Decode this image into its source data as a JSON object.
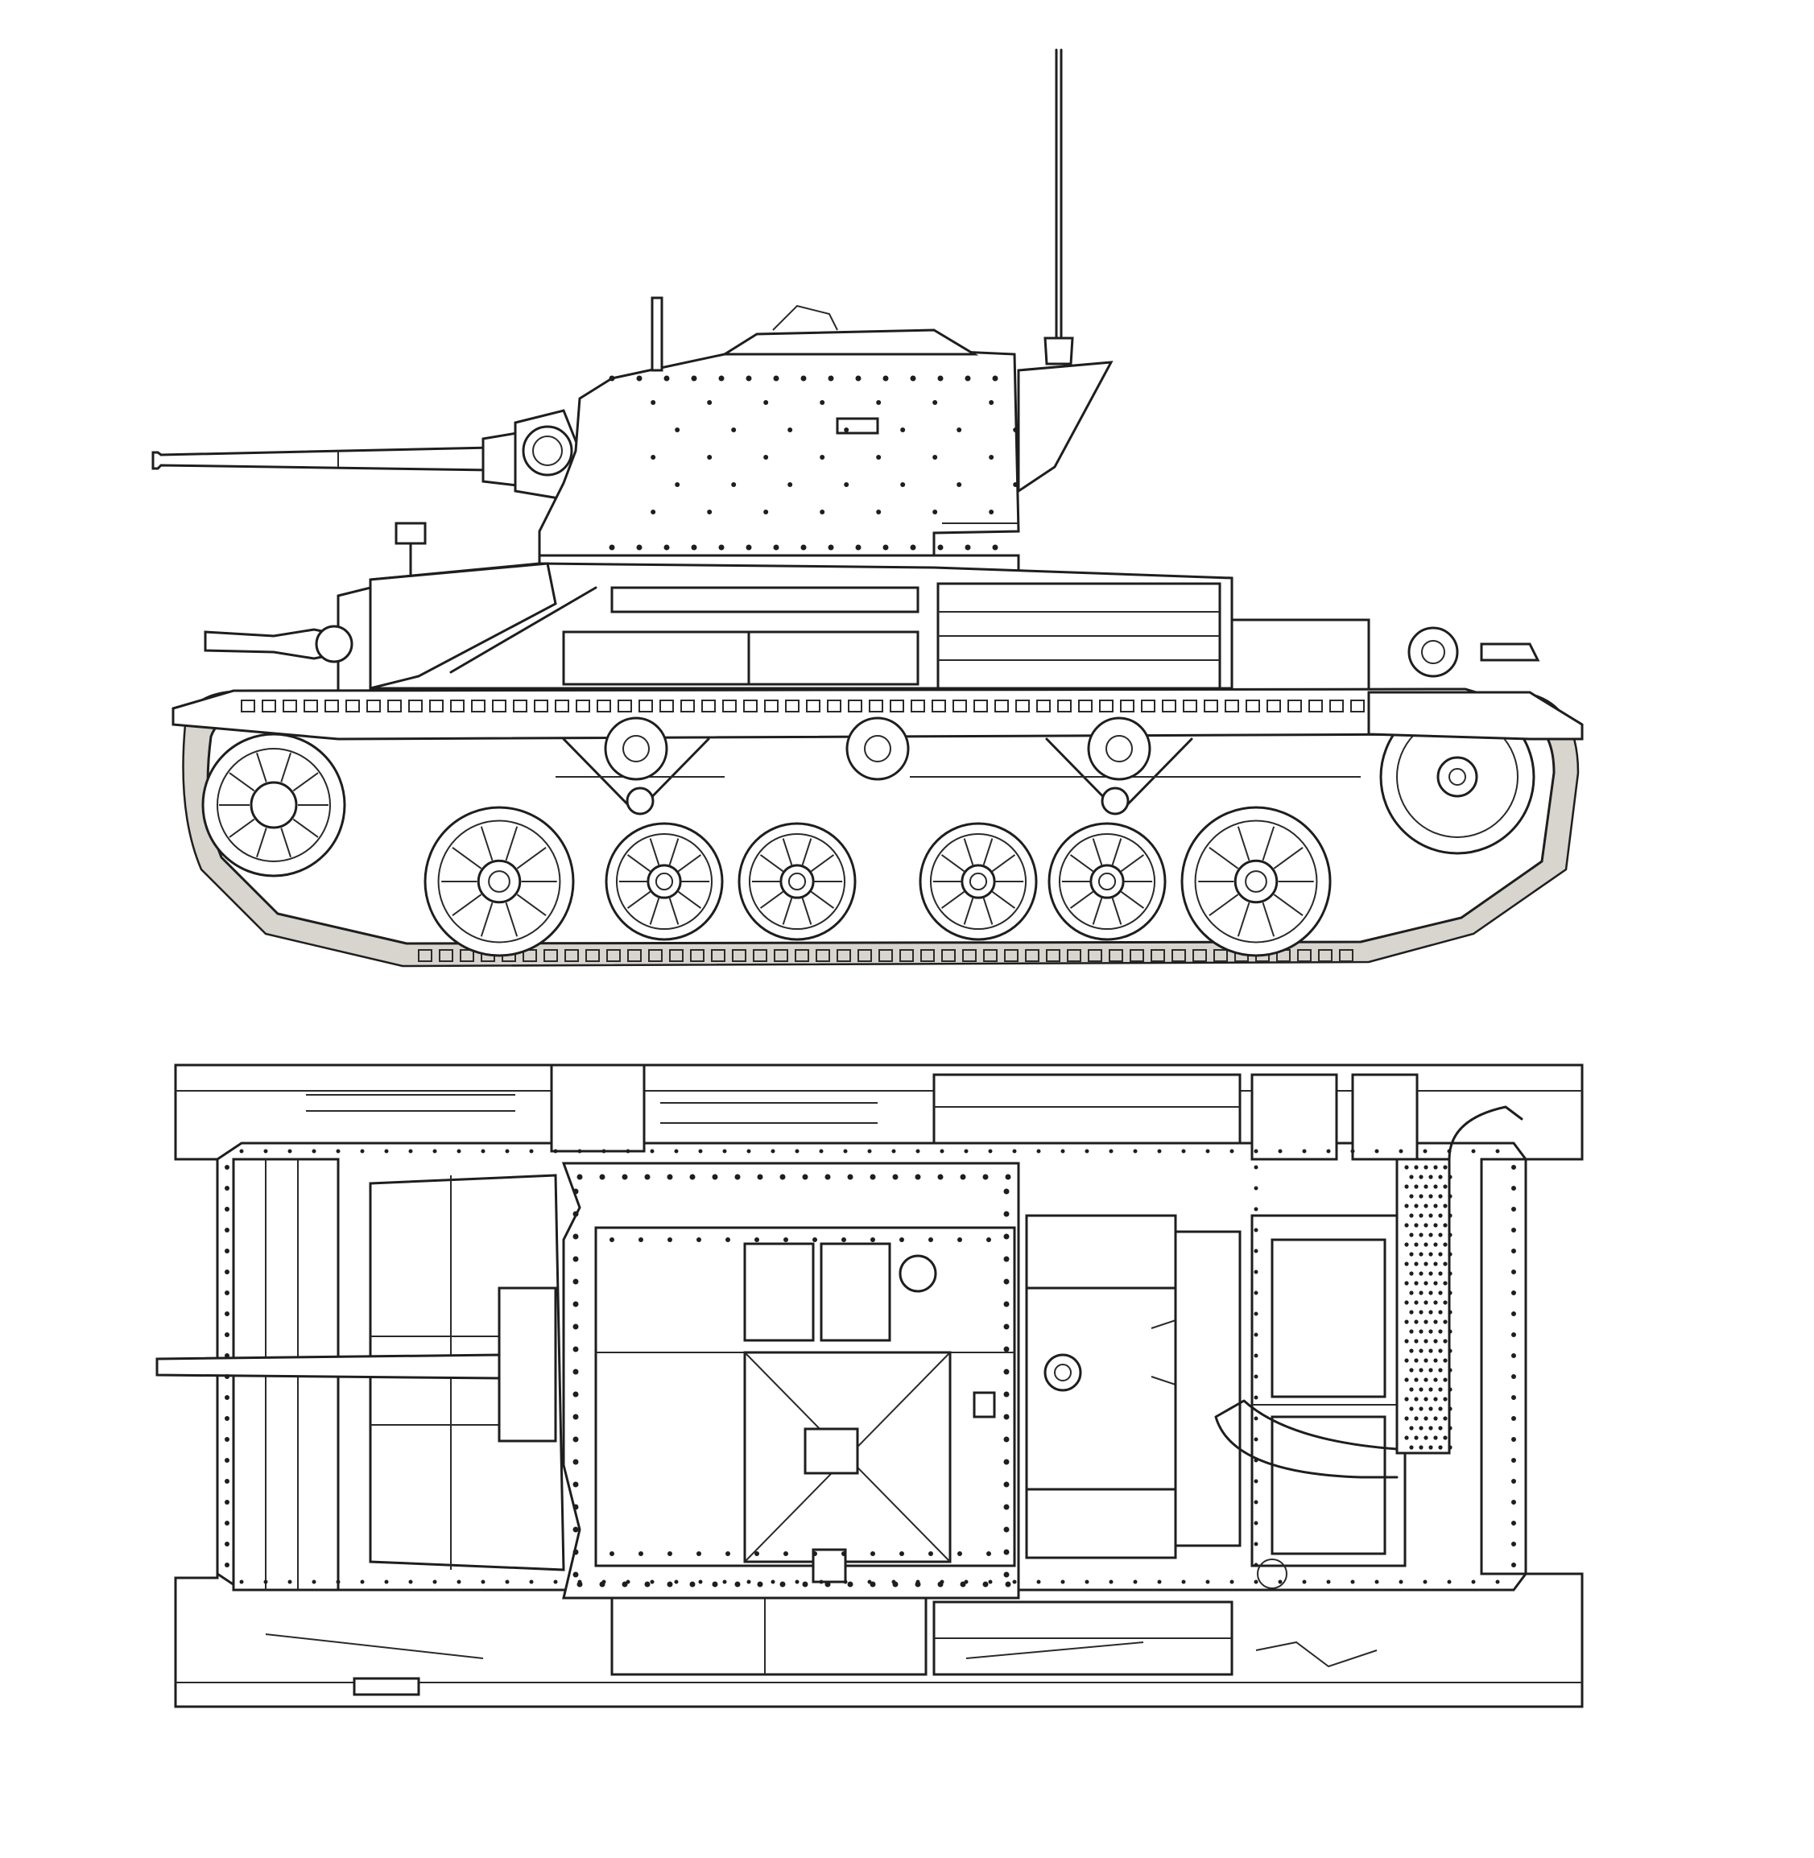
{
  "colors": {
    "background": "#ffffff",
    "ink": "#1e1e1e",
    "track_tint": "#d8d4ce"
  },
  "views": [
    {
      "id": "side-view",
      "kind": "side elevation"
    },
    {
      "id": "top-view",
      "kind": "plan view"
    }
  ],
  "road_wheels_per_side": 6,
  "return_rollers_per_side": 3
}
